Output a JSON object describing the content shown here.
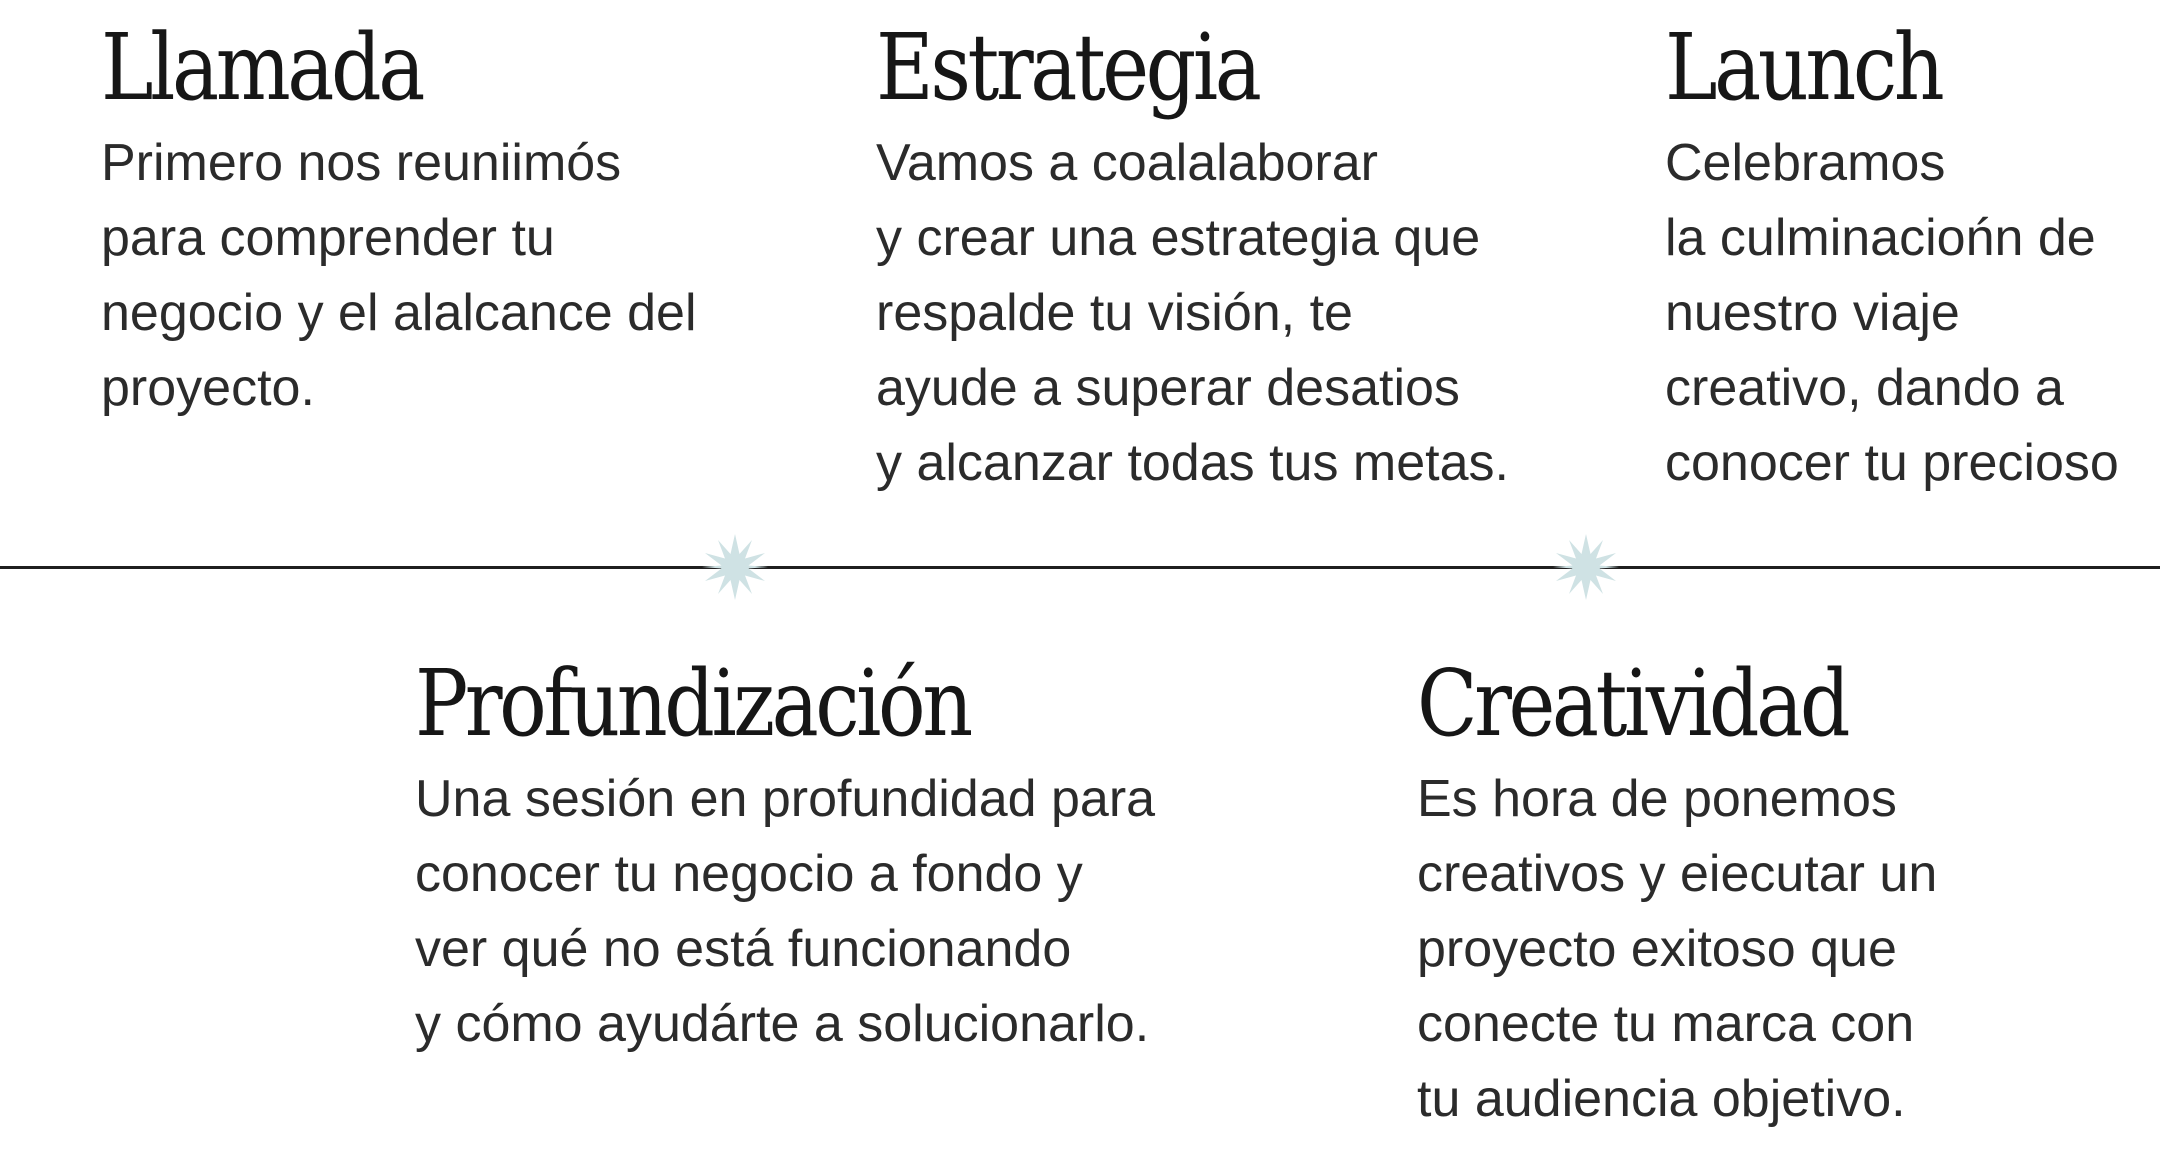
{
  "colors": {
    "line": "#1f1f1f",
    "star": "#cfe2e4",
    "title": "#161616",
    "text": "#2b2b2b"
  },
  "steps": {
    "llamada": {
      "title": "Llamada",
      "text": "Primero nos reuniimós\npara comprender tu\nnegocio y el alalcance del\nproyecto."
    },
    "estrategia": {
      "title": "Estrategia",
      "text": "Vamos a coalalaborar\ny crear una estrategia que\nrespalde tu visión, te\nayude a superar desatios\ny alcanzar todas tus metas."
    },
    "launch": {
      "title": "Launch",
      "text": "Celebramos\nla culminaciońn de\nnuestro viaje\ncreativo, dando a\nconocer tu precioso"
    },
    "profundizacion": {
      "title": "Profundización",
      "text": "Una sesión en profundidad para\nconocer tu negocio a fondo y\nver qué no está funcionando\ny cómo ayudárte a solucionarlo."
    },
    "creatividad": {
      "title": "Creatividad",
      "text": "Es hora de ponemos\ncreativos y eiecutar un\nproyecto exitoso que\nconecte tu marca con\ntu audiencia objetivo."
    }
  },
  "icons": {
    "timeline_marker": "star-burst-icon"
  }
}
